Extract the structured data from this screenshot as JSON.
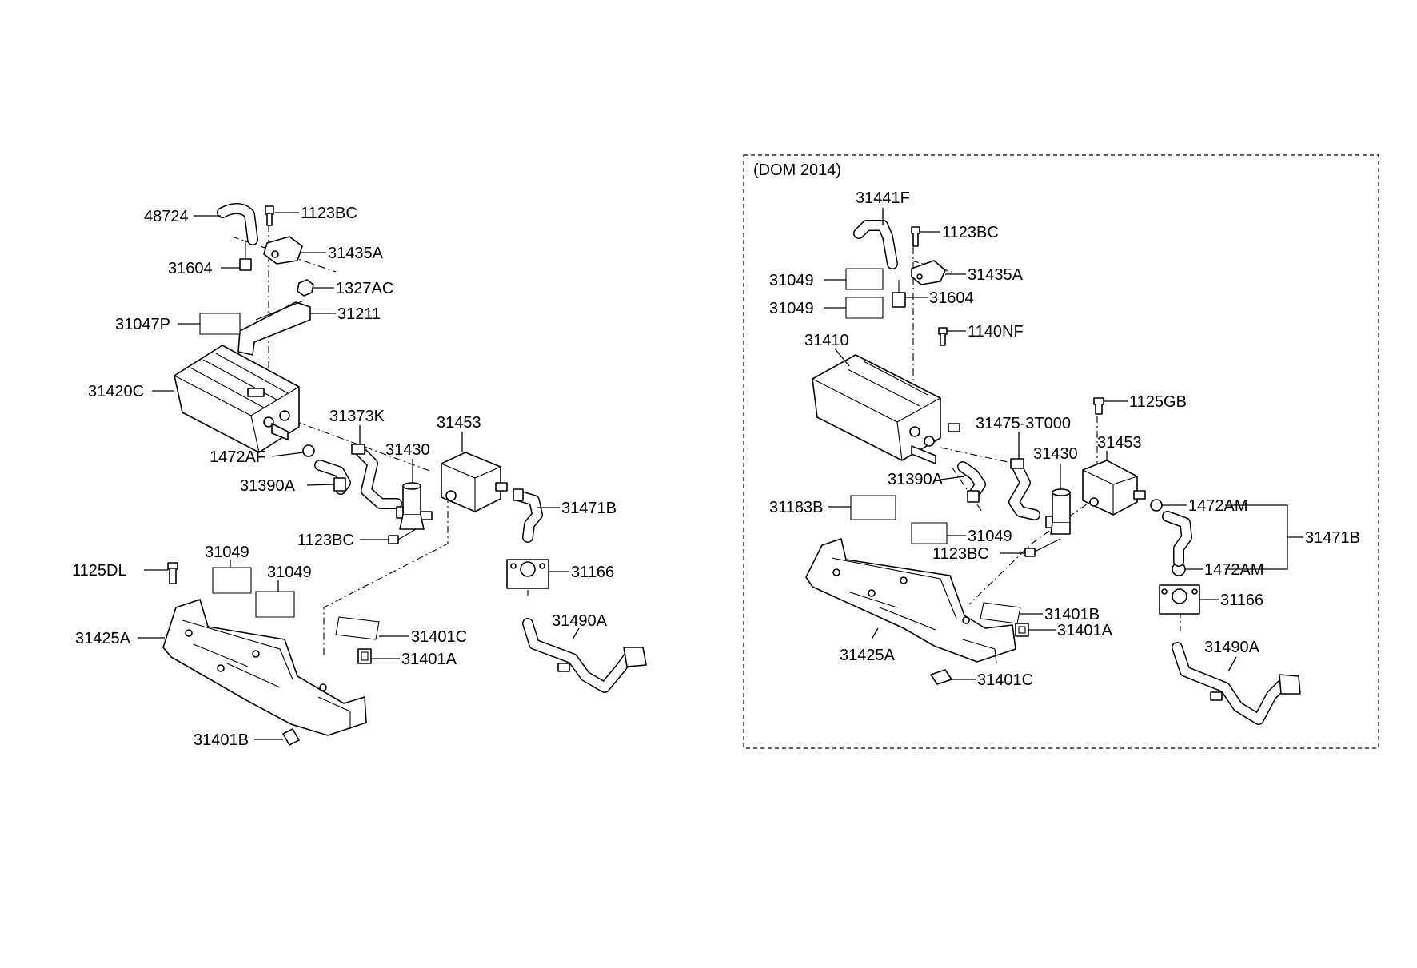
{
  "frame": {
    "title": "(DOM 2014)"
  },
  "left_group": {
    "labels": {
      "p48724": "48724",
      "p1123bc_top": "1123BC",
      "p31435a": "31435A",
      "p31604": "31604",
      "p1327ac": "1327AC",
      "p31211": "31211",
      "p31047p": "31047P",
      "p31420c": "31420C",
      "p31373k": "31373K",
      "p31453": "31453",
      "p31430": "31430",
      "p1472af": "1472AF",
      "p31390a": "31390A",
      "p31471b": "31471B",
      "p1123bc_low": "1123BC",
      "p31049_a": "31049",
      "p31049_b": "31049",
      "p1125dl": "1125DL",
      "p31166": "31166",
      "p31490a": "31490A",
      "p31425a": "31425A",
      "p31401c": "31401C",
      "p31401a": "31401A",
      "p31401b": "31401B"
    }
  },
  "right_group": {
    "labels": {
      "p31441f": "31441F",
      "p1123bc_top": "1123BC",
      "p31049_a": "31049",
      "p31435a": "31435A",
      "p31049_b": "31049",
      "p31604": "31604",
      "p1140nf": "1140NF",
      "p31410": "31410",
      "p1125gb": "1125GB",
      "p31475": "31475-3T000",
      "p31430": "31430",
      "p31453": "31453",
      "p31390a": "31390A",
      "p31183b": "31183B",
      "p1472am_a": "1472AM",
      "p31049_c": "31049",
      "p31471b": "31471B",
      "p1123bc_low": "1123BC",
      "p1472am_b": "1472AM",
      "p31166": "31166",
      "p31401b": "31401B",
      "p31401a": "31401A",
      "p31490a": "31490A",
      "p31425a": "31425A",
      "p31401c": "31401C"
    }
  }
}
